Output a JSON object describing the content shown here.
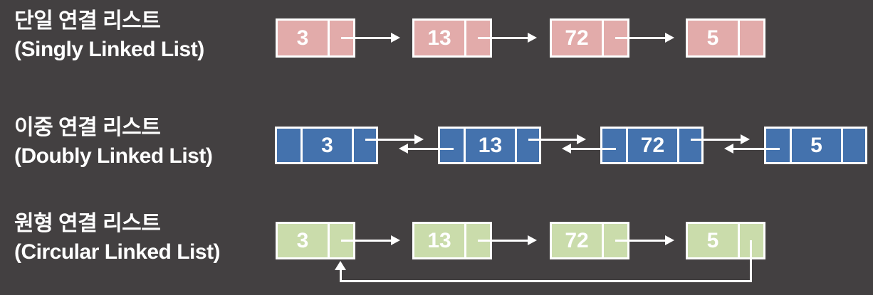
{
  "colors": {
    "background": "#434041",
    "line": "#ffffff",
    "text": "#ffffff",
    "singly_node": "#e2abaa",
    "doubly_node": "#4472ad",
    "circular_node": "#cadcab"
  },
  "rows": [
    {
      "list_type": "singly",
      "label_ko": "단일 연결 리스트",
      "label_en": "(Singly Linked List)",
      "node_color": "#e2abaa",
      "values": [
        "3",
        "13",
        "72",
        "5"
      ]
    },
    {
      "list_type": "doubly",
      "label_ko": "이중 연결 리스트",
      "label_en": "(Doubly Linked List)",
      "node_color": "#4472ad",
      "values": [
        "3",
        "13",
        "72",
        "5"
      ]
    },
    {
      "list_type": "circular",
      "label_ko": "원형 연결 리스트",
      "label_en": "(Circular Linked List)",
      "node_color": "#cadcab",
      "values": [
        "3",
        "13",
        "72",
        "5"
      ]
    }
  ]
}
